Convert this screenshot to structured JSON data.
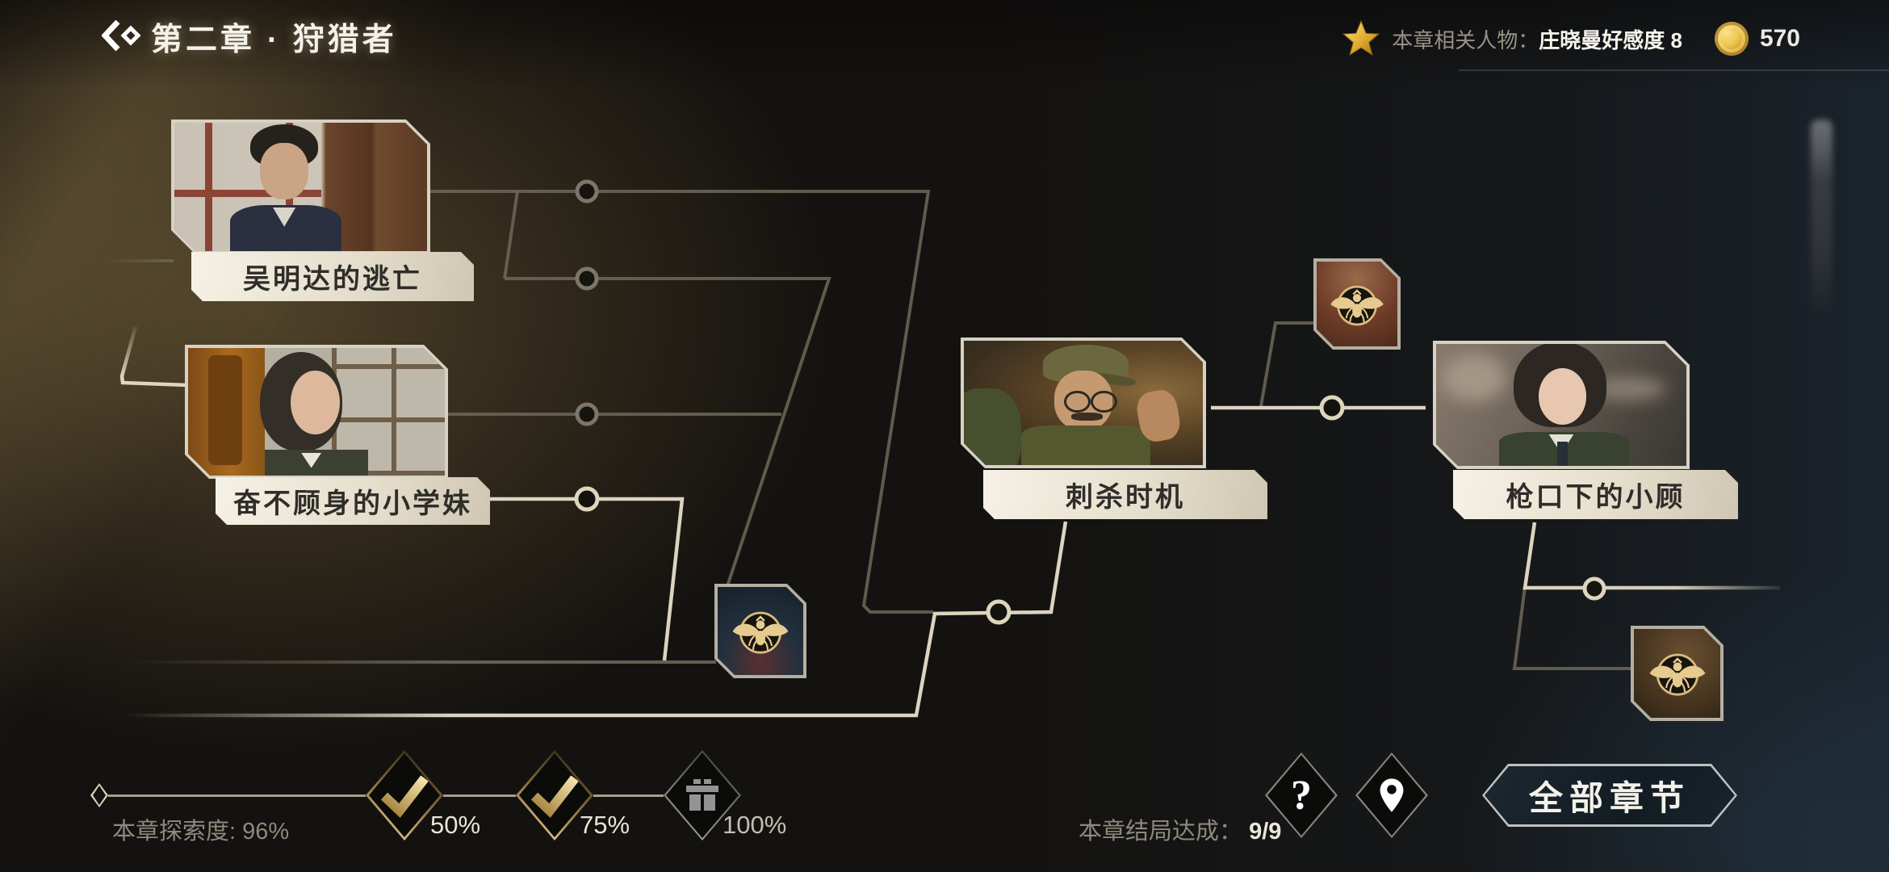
{
  "header": {
    "title": "第二章 · 狩猎者",
    "back_icon": "double-chevron-left",
    "star_icon": "gold-star",
    "related_label": "本章相关人物：",
    "related_value": "庄晓曼好感度 8",
    "coin_icon": "gold-coin",
    "coins": "570"
  },
  "map": {
    "cards": [
      {
        "title": "吴明达的逃亡"
      },
      {
        "title": "奋不顾身的小学妹"
      },
      {
        "title": "刺杀时机"
      },
      {
        "title": "枪口下的小顾"
      }
    ],
    "badge_icon": "winged-spider-emblem",
    "badge_count": 3,
    "colors": {
      "bright_line": "#e6dec9",
      "dim_line": "#6e6758",
      "gold": "#d9ba7c",
      "label_bg": "#e9e2d2"
    }
  },
  "footer": {
    "exploration_label": "本章探索度:",
    "exploration_value": "96%",
    "milestones": [
      "50%",
      "75%",
      "100%"
    ],
    "milestone_states": [
      "checked",
      "checked",
      "gift"
    ],
    "endings_label": "本章结局达成：",
    "endings_value": "9/9",
    "help_icon": "question-mark",
    "location_icon": "map-pin",
    "all_chapters_label": "全部章节"
  }
}
